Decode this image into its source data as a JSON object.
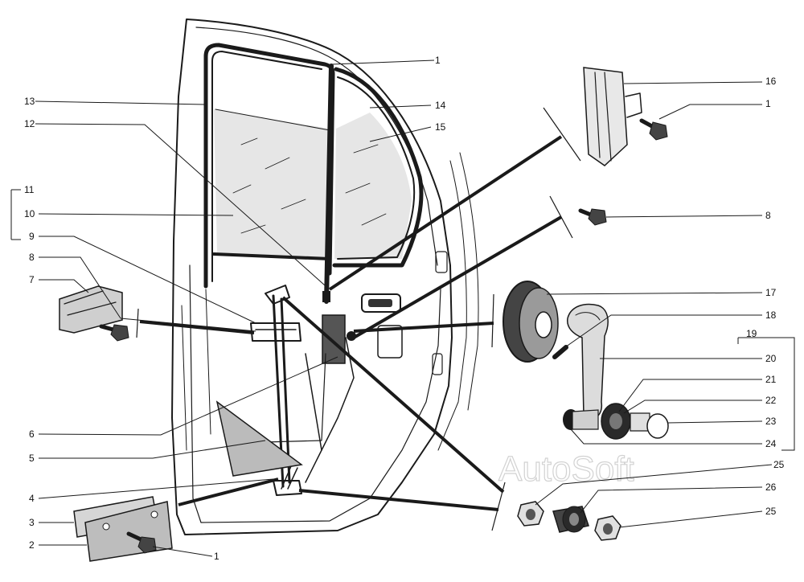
{
  "watermark": "AutoSoft",
  "callouts": {
    "c1a": "1",
    "c16": "16",
    "c1b": "1",
    "c13": "13",
    "c14": "14",
    "c12": "12",
    "c15": "15",
    "c11": "11",
    "c10": "10",
    "c8a": "8",
    "c9": "9",
    "c8b": "8",
    "c7": "7",
    "c17": "17",
    "c18": "18",
    "c19": "19",
    "c20": "20",
    "c21": "21",
    "c22": "22",
    "c23": "23",
    "c24": "24",
    "c6": "6",
    "c5": "5",
    "c25a": "25",
    "c4": "4",
    "c26": "26",
    "c3": "3",
    "c25b": "25",
    "c2": "2",
    "c1c": "1"
  },
  "colors": {
    "ink": "#1a1a1a",
    "glass": "#e6e6e6",
    "plate": "#c8c8c8",
    "dark": "#333333"
  }
}
